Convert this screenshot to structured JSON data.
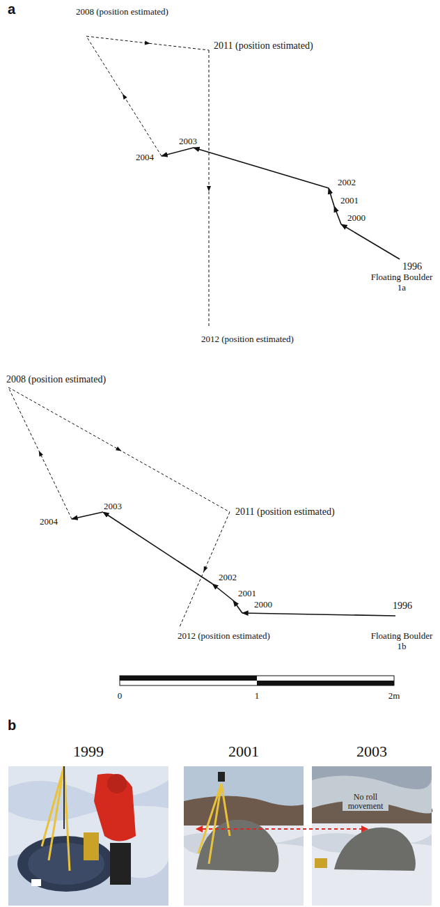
{
  "diagram": {
    "labels": [
      "a",
      "2008 (position estimated)",
      "2011 (position estimated)",
      "2003",
      "2004",
      "2002",
      "2001",
      "2000",
      "1996",
      "Floating Boulder 1a",
      "2012 (position estimated)",
      "2008 (position estimated)",
      "2003",
      "2004",
      "2011 (position estimated)",
      "2002",
      "2001",
      "2000",
      "2012 (position estimated)",
      "1996",
      "Floating Boulder 1b",
      "0",
      "1",
      "2m",
      "b",
      "1999",
      "2001",
      "2003",
      "No roll movement"
    ]
  }
}
